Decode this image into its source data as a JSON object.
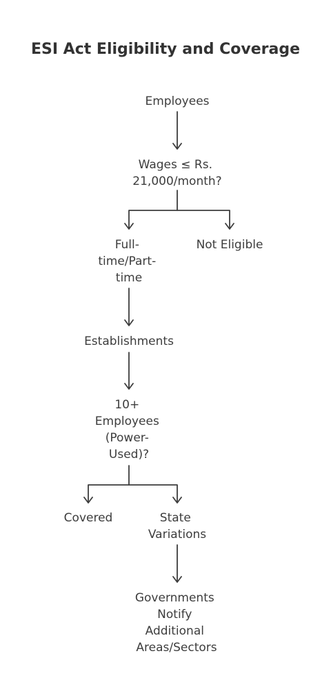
{
  "title": "ESI Act Eligibility and Coverage",
  "nodes": {
    "employees": [
      "Employees"
    ],
    "wages": [
      "Wages ≤ Rs.",
      "21,000/month?"
    ],
    "fulltime": [
      "Full-",
      "time/Part-",
      "time"
    ],
    "not_eligible": [
      "Not Eligible"
    ],
    "establishments": [
      "Establishments"
    ],
    "ten_plus": [
      "10+",
      "Employees",
      "(Power-",
      "Used)?"
    ],
    "covered": [
      "Covered"
    ],
    "state_variations": [
      "State",
      "Variations"
    ],
    "governments": [
      "Governments",
      "Notify",
      "Additional",
      "Areas/Sectors"
    ]
  }
}
